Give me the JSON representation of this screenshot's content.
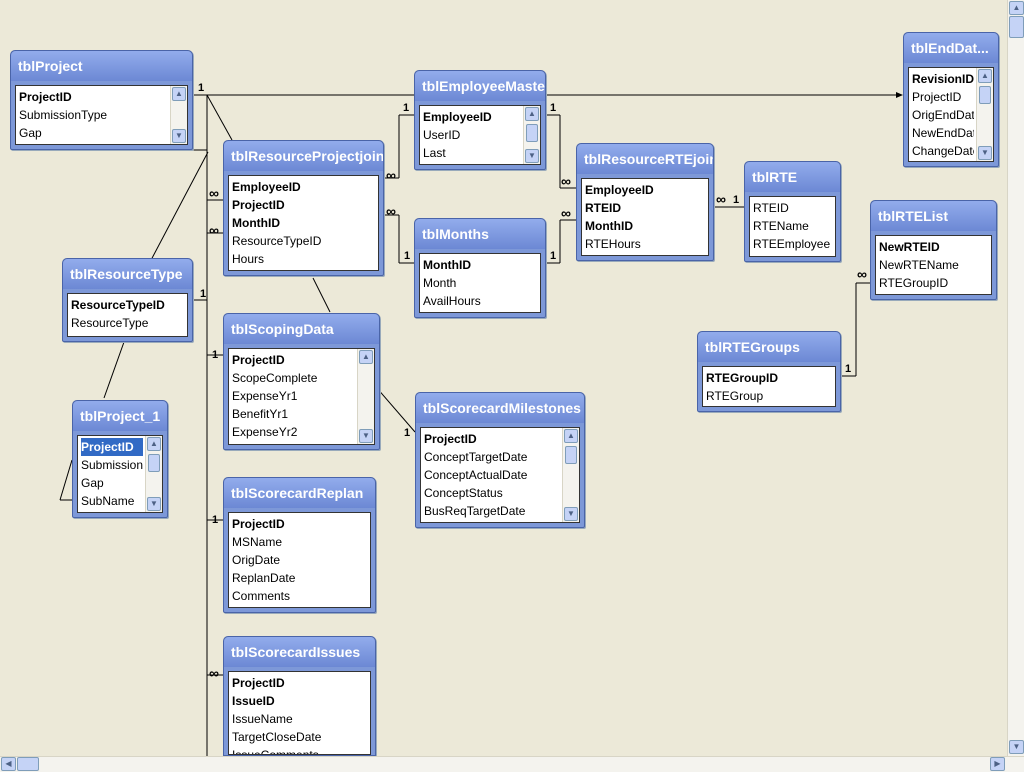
{
  "tables": {
    "tblProject": {
      "title": "tblProject",
      "fields": [
        "ProjectID",
        "SubmissionType",
        "Gap"
      ]
    },
    "tblEmployeeMaster": {
      "title": "tblEmployeeMaster",
      "fields": [
        "EmployeeID",
        "UserID",
        "Last"
      ]
    },
    "tblEndDate": {
      "title": "tblEndDat...",
      "fields": [
        "RevisionID",
        "ProjectID",
        "OrigEndDate",
        "NewEndDate",
        "ChangeDateT"
      ]
    },
    "tblResourceProjectjoin": {
      "title": "tblResourceProjectjoin",
      "fields": [
        "EmployeeID",
        "ProjectID",
        "MonthID",
        "ResourceTypeID",
        "Hours"
      ]
    },
    "tblResourceRTEjoin": {
      "title": "tblResourceRTEjoin",
      "fields": [
        "EmployeeID",
        "RTEID",
        "MonthID",
        "RTEHours"
      ]
    },
    "tblRTE": {
      "title": "tblRTE",
      "fields": [
        "RTEID",
        "RTEName",
        "RTEEmployee"
      ]
    },
    "tblMonths": {
      "title": "tblMonths",
      "fields": [
        "MonthID",
        "Month",
        "AvailHours"
      ]
    },
    "tblRTEList": {
      "title": "tblRTEList",
      "fields": [
        "NewRTEID",
        "NewRTEName",
        "RTEGroupID"
      ]
    },
    "tblResourceType": {
      "title": "tblResourceType",
      "fields": [
        "ResourceTypeID",
        "ResourceType"
      ]
    },
    "tblScopingData": {
      "title": "tblScopingData",
      "fields": [
        "ProjectID",
        "ScopeComplete",
        "ExpenseYr1",
        "BenefitYr1",
        "ExpenseYr2"
      ]
    },
    "tblRTEGroups": {
      "title": "tblRTEGroups",
      "fields": [
        "RTEGroupID",
        "RTEGroup"
      ]
    },
    "tblProject_1": {
      "title": "tblProject_1",
      "fields": [
        "ProjectID",
        "SubmissionTyp",
        "Gap",
        "SubName"
      ]
    },
    "tblScorecardMilestones": {
      "title": "tblScorecardMilestones",
      "fields": [
        "ProjectID",
        "ConceptTargetDate",
        "ConceptActualDate",
        "ConceptStatus",
        "BusReqTargetDate"
      ]
    },
    "tblScorecardReplan": {
      "title": "tblScorecardReplan",
      "fields": [
        "ProjectID",
        "MSName",
        "OrigDate",
        "ReplanDate",
        "Comments"
      ]
    },
    "tblScorecardIssues": {
      "title": "tblScorecardIssues",
      "fields": [
        "ProjectID",
        "IssueID",
        "IssueName",
        "TargetCloseDate",
        "IssueComments"
      ]
    }
  },
  "relationship_labels": {
    "one": "1",
    "many": "∞"
  }
}
